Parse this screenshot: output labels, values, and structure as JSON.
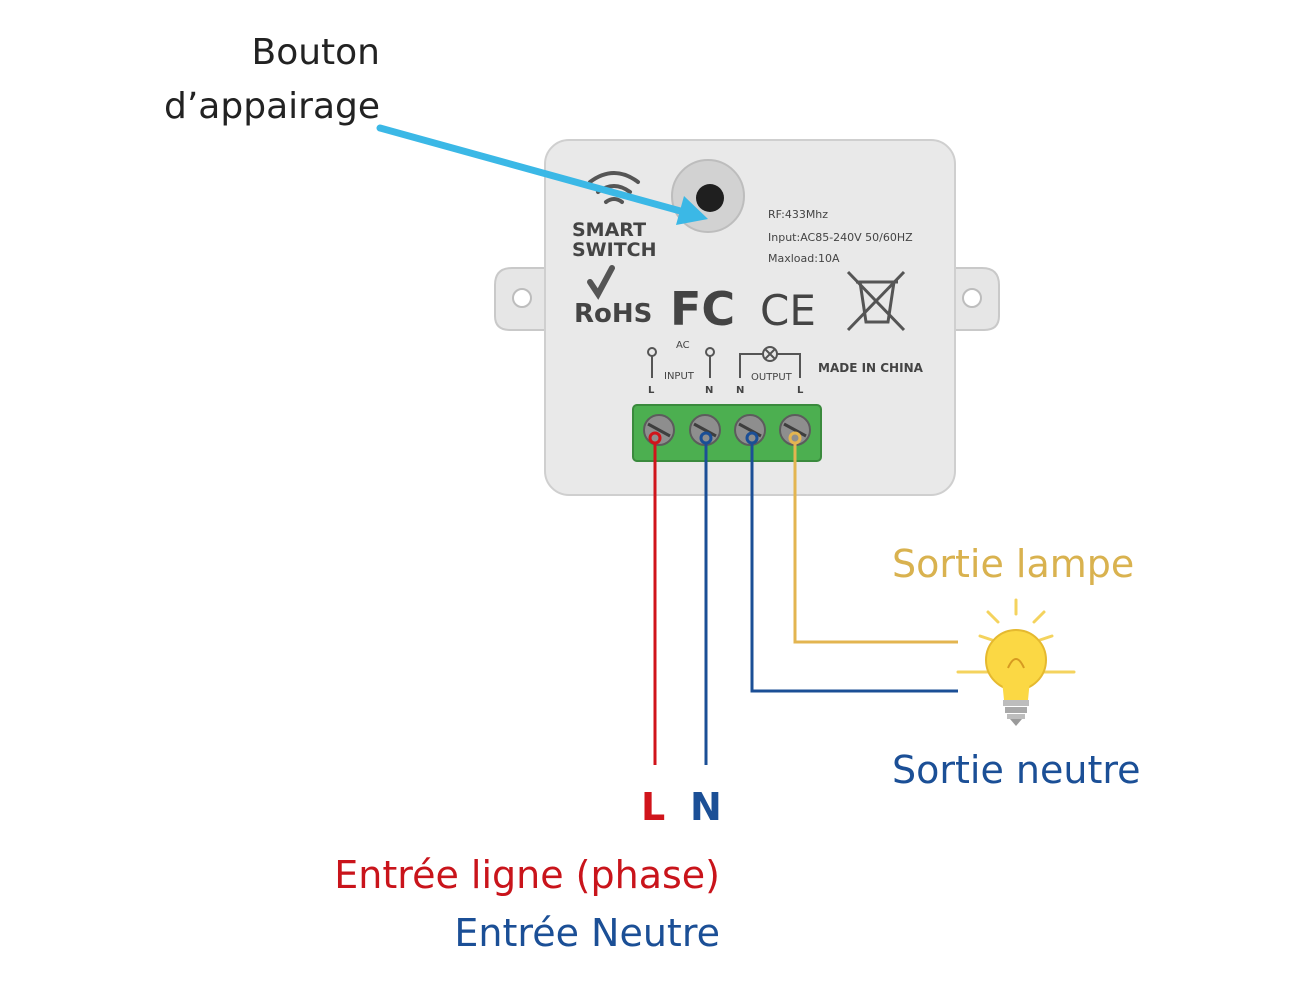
{
  "labels": {
    "pairing_button_line1": "Bouton",
    "pairing_button_line2": "d’appairage",
    "lamp_output": "Sortie lampe",
    "neutral_output": "Sortie neutre",
    "line_terminal": "L",
    "neutral_terminal": "N",
    "line_input": "Entrée ligne (phase)",
    "neutral_input": "Entrée Neutre"
  },
  "device": {
    "brand_line1": "SMART",
    "brand_line2": "SWITCH",
    "spec_rf": "RF:433Mhz",
    "spec_input": "Input:AC85-240V 50/60HZ",
    "spec_maxload": "Maxload:10A",
    "cert_rohs": "RoHS",
    "cert_fc": "FC",
    "cert_ce": "CE",
    "made_in": "MADE IN CHINA",
    "ac_label": "AC",
    "input_label": "INPUT",
    "output_label": "OUTPUT",
    "in_l": "L",
    "in_n": "N",
    "out_n": "N",
    "out_l": "L"
  },
  "colors": {
    "line_wire": "#d0141b",
    "neutral_wire": "#1b4f96",
    "lamp_wire": "#e3b550",
    "arrow": "#3bb8e6",
    "terminal_block": "#4caf50",
    "device_body": "#e9e9e9"
  },
  "icons": {
    "bulb": "lightbulb-icon",
    "wifi": "wifi-icon",
    "weee": "crossed-bin-icon"
  }
}
